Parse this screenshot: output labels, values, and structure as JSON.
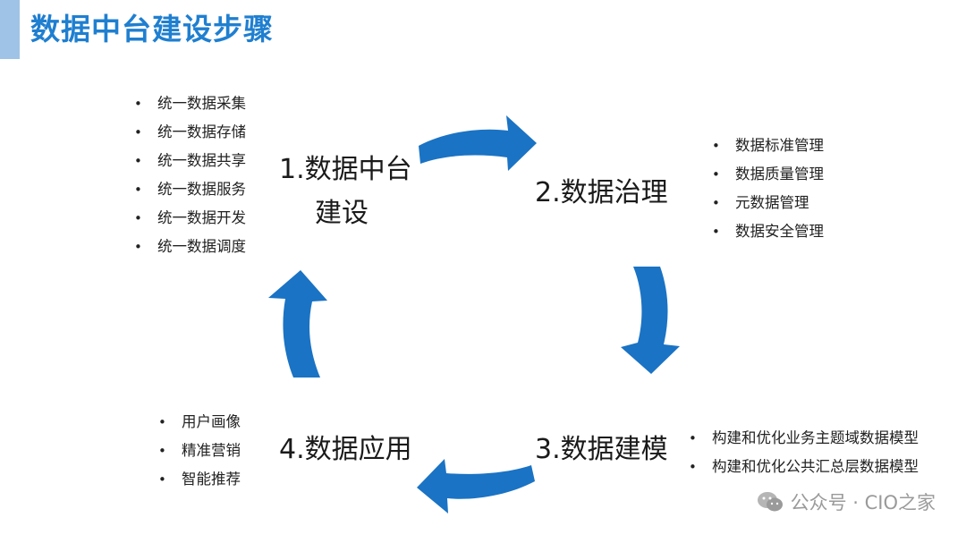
{
  "header": {
    "title": "数据中台建设步骤"
  },
  "steps": [
    {
      "label_line1": "1.数据中台",
      "label_line2": "建设",
      "items": [
        "统一数据采集",
        "统一数据存储",
        "统一数据共享",
        "统一数据服务",
        "统一数据开发",
        "统一数据调度"
      ]
    },
    {
      "label_line1": "2.数据治理",
      "items": [
        "数据标准管理",
        "数据质量管理",
        "元数据管理",
        "数据安全管理"
      ]
    },
    {
      "label_line1": "3.数据建模",
      "items": [
        "构建和优化业务主题域数据模型",
        "构建和优化公共汇总层数据模型"
      ]
    },
    {
      "label_line1": "4.数据应用",
      "items": [
        "用户画像",
        "精准营销",
        "智能推荐"
      ]
    }
  ],
  "watermark": {
    "text": "公众号 · CIO之家",
    "icon": "wechat-icon"
  },
  "colors": {
    "title": "#1f7fd0",
    "arrow": "#1a73c4",
    "accent_bar": "#9fc3e6"
  }
}
